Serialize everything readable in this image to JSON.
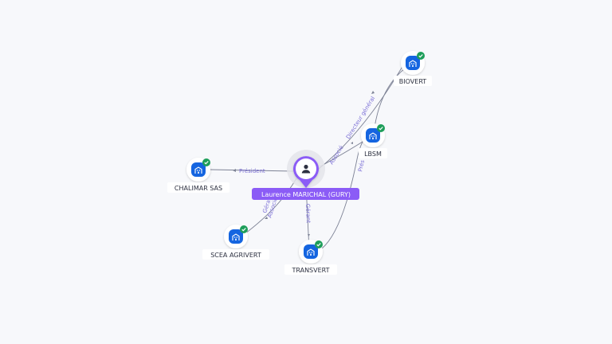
{
  "person": {
    "name": "Laurence MARICHAL (GURY)",
    "icon": "person-icon",
    "color": "#8b5cf6"
  },
  "companies": [
    {
      "id": "chalimar",
      "name": "CHALIMAR SAS",
      "icon": "company-building-icon",
      "status": "verified-check-icon"
    },
    {
      "id": "scea",
      "name": "SCEA AGRIVERT",
      "icon": "company-building-icon",
      "status": "verified-check-icon"
    },
    {
      "id": "transvert",
      "name": "TRANSVERT",
      "icon": "company-building-icon",
      "status": "verified-check-icon"
    },
    {
      "id": "lbsm",
      "name": "LBSM",
      "icon": "company-building-icon",
      "status": "verified-check-icon"
    },
    {
      "id": "biovert",
      "name": "BIOVERT",
      "icon": "company-building-icon",
      "status": "verified-check-icon"
    }
  ],
  "relations": [
    {
      "id": "r1",
      "label": "Président"
    },
    {
      "id": "r2a",
      "label": "Gérant"
    },
    {
      "id": "r2b",
      "label": "Associé"
    },
    {
      "id": "r3",
      "label": "Gérant"
    },
    {
      "id": "r4",
      "label": "Associé"
    },
    {
      "id": "r5",
      "label": "Directeur général"
    },
    {
      "id": "r6",
      "label": "Prés"
    }
  ],
  "colors": {
    "company_icon": "#1565e0",
    "check_badge": "#1e9e5a",
    "edge_label": "#7b6fd6",
    "background": "#f7f8fb"
  }
}
